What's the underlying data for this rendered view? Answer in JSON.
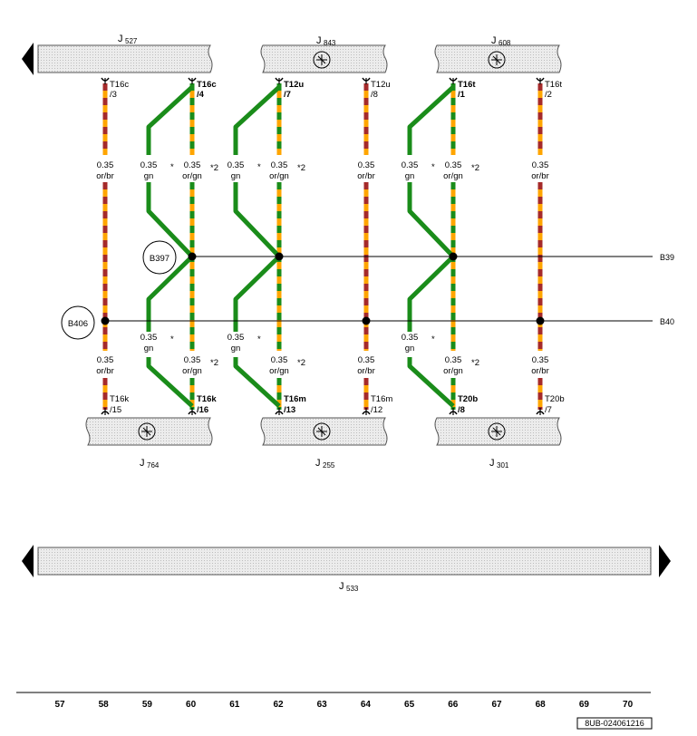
{
  "colors": {
    "orange": "#ffa500",
    "brown": "#a52a2a",
    "green": "#1a8c1a",
    "unit_fill": "#e4e4e4",
    "line": "#000000"
  },
  "units_top": [
    {
      "name": "J",
      "sub": "527",
      "icon": null
    },
    {
      "name": "J",
      "sub": "843",
      "icon": "control-unit-icon"
    },
    {
      "name": "J",
      "sub": "608",
      "icon": "control-unit-icon"
    }
  ],
  "units_bottom": [
    {
      "name": "J",
      "sub": "764",
      "icon": "control-unit-icon"
    },
    {
      "name": "J",
      "sub": "255",
      "icon": "control-unit-icon"
    },
    {
      "name": "J",
      "sub": "301",
      "icon": "control-unit-icon"
    }
  ],
  "unit_wide": {
    "name": "J",
    "sub": "533"
  },
  "connectors_top": [
    {
      "conn": "T16c",
      "pin": "/3",
      "bold": false
    },
    {
      "conn": "T16c",
      "pin": "/4",
      "bold": true
    },
    {
      "conn": "T12u",
      "pin": "/7",
      "bold": true
    },
    {
      "conn": "T12u",
      "pin": "/8",
      "bold": false
    },
    {
      "conn": "T16t",
      "pin": "/1",
      "bold": true
    },
    {
      "conn": "T16t",
      "pin": "/2",
      "bold": false
    }
  ],
  "connectors_bottom": [
    {
      "conn": "T16k",
      "pin": "/15",
      "bold": false
    },
    {
      "conn": "T16k",
      "pin": "/16",
      "bold": true
    },
    {
      "conn": "T16m",
      "pin": "/13",
      "bold": true
    },
    {
      "conn": "T16m",
      "pin": "/12",
      "bold": false
    },
    {
      "conn": "T20b",
      "pin": "/8",
      "bold": true
    },
    {
      "conn": "T20b",
      "pin": "/7",
      "bold": false
    }
  ],
  "wire_labels": {
    "size": "0.35",
    "or_br": "or/br",
    "or_gn": "or/gn",
    "gn": "gn",
    "star": "*",
    "star2": "*2"
  },
  "junctions": [
    {
      "name": "B397"
    },
    {
      "name": "B406"
    }
  ],
  "bus_ends": [
    {
      "label": "B39"
    },
    {
      "label": "B40"
    }
  ],
  "column_numbers": [
    "57",
    "58",
    "59",
    "60",
    "61",
    "62",
    "63",
    "64",
    "65",
    "66",
    "67",
    "68",
    "69",
    "70"
  ],
  "footer_code": "8UB-024061216"
}
